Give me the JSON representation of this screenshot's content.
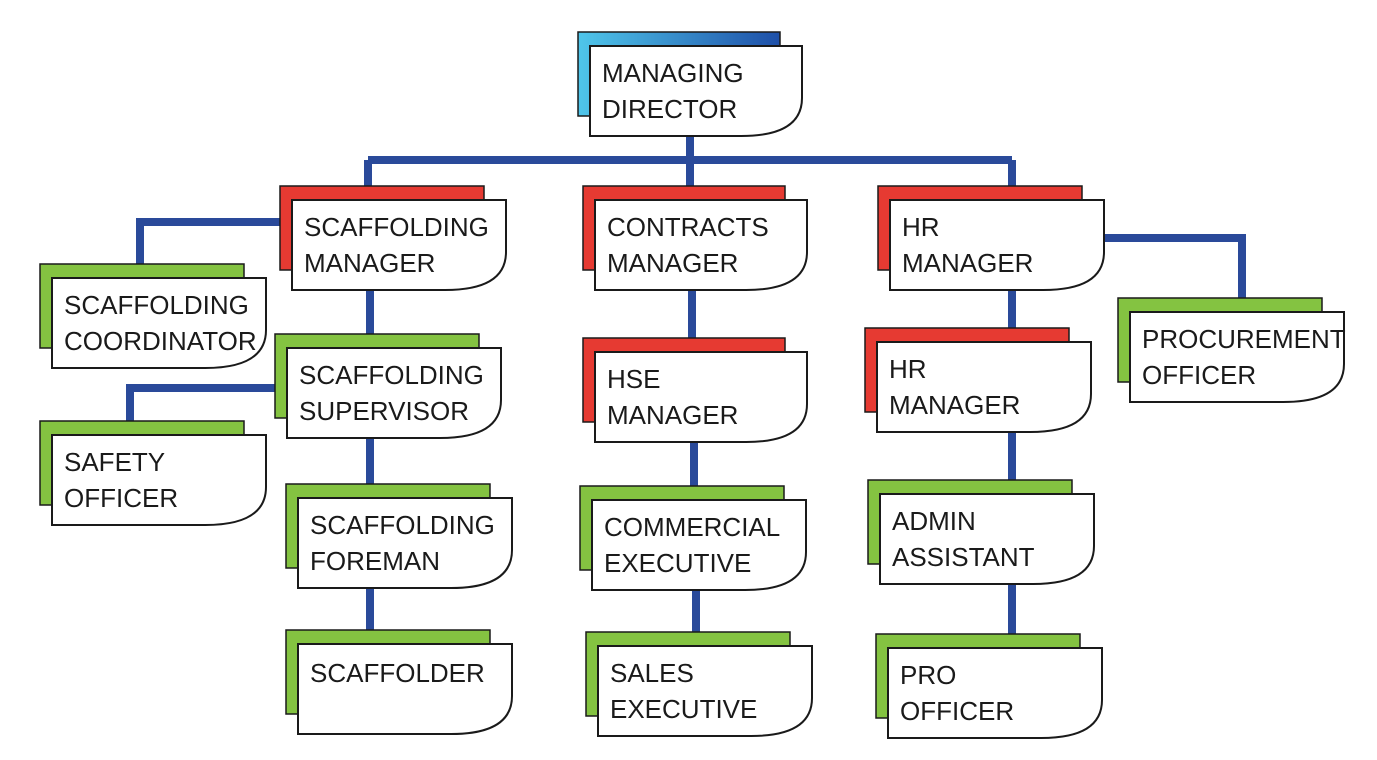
{
  "title": "Organization Chart",
  "colors": {
    "connector": "#2a4a9a",
    "top_tab_start": "#4fc6ea",
    "top_tab_end": "#1e4fa8",
    "manager_tab": "#e63a32",
    "staff_tab": "#84c341",
    "card_fill": "#ffffff",
    "card_stroke": "#1a1a1a"
  },
  "nodes": [
    {
      "id": "managing-director",
      "level": "top",
      "lines": [
        "MANAGING",
        "DIRECTOR"
      ]
    },
    {
      "id": "scaffolding-manager",
      "level": "manager",
      "lines": [
        "SCAFFOLDING",
        "MANAGER"
      ]
    },
    {
      "id": "contracts-manager",
      "level": "manager",
      "lines": [
        "CONTRACTS",
        "MANAGER"
      ]
    },
    {
      "id": "hr-manager",
      "level": "manager",
      "lines": [
        "HR",
        "MANAGER"
      ]
    },
    {
      "id": "scaffolding-coordinator",
      "level": "staff",
      "lines": [
        "SCAFFOLDING",
        "COORDINATOR"
      ]
    },
    {
      "id": "scaffolding-supervisor",
      "level": "staff",
      "lines": [
        "SCAFFOLDING",
        "SUPERVISOR"
      ]
    },
    {
      "id": "safety-officer",
      "level": "staff",
      "lines": [
        "SAFETY",
        "OFFICER"
      ]
    },
    {
      "id": "scaffolding-foreman",
      "level": "staff",
      "lines": [
        "SCAFFOLDING",
        "FOREMAN"
      ]
    },
    {
      "id": "scaffolder",
      "level": "staff",
      "lines": [
        "SCAFFOLDER"
      ]
    },
    {
      "id": "hse-manager",
      "level": "manager",
      "lines": [
        "HSE",
        "MANAGER"
      ]
    },
    {
      "id": "commercial-executive",
      "level": "staff",
      "lines": [
        "COMMERCIAL",
        "EXECUTIVE"
      ]
    },
    {
      "id": "sales-executive",
      "level": "staff",
      "lines": [
        "SALES",
        "EXECUTIVE"
      ]
    },
    {
      "id": "hr-manager-2",
      "level": "manager",
      "lines": [
        "HR",
        "MANAGER"
      ]
    },
    {
      "id": "admin-assistant",
      "level": "staff",
      "lines": [
        "ADMIN",
        "ASSISTANT"
      ]
    },
    {
      "id": "pro-officer",
      "level": "staff",
      "lines": [
        "PRO",
        "OFFICER"
      ]
    },
    {
      "id": "procurement-officer",
      "level": "staff",
      "lines": [
        "PROCUREMENT",
        "OFFICER"
      ]
    }
  ],
  "links": [
    [
      "managing-director",
      "scaffolding-manager"
    ],
    [
      "managing-director",
      "contracts-manager"
    ],
    [
      "managing-director",
      "hr-manager"
    ],
    [
      "scaffolding-manager",
      "scaffolding-coordinator"
    ],
    [
      "scaffolding-manager",
      "scaffolding-supervisor"
    ],
    [
      "scaffolding-supervisor",
      "safety-officer"
    ],
    [
      "scaffolding-supervisor",
      "scaffolding-foreman"
    ],
    [
      "scaffolding-foreman",
      "scaffolder"
    ],
    [
      "contracts-manager",
      "hse-manager"
    ],
    [
      "hse-manager",
      "commercial-executive"
    ],
    [
      "commercial-executive",
      "sales-executive"
    ],
    [
      "hr-manager",
      "hr-manager-2"
    ],
    [
      "hr-manager",
      "procurement-officer"
    ],
    [
      "hr-manager-2",
      "admin-assistant"
    ],
    [
      "admin-assistant",
      "pro-officer"
    ]
  ]
}
